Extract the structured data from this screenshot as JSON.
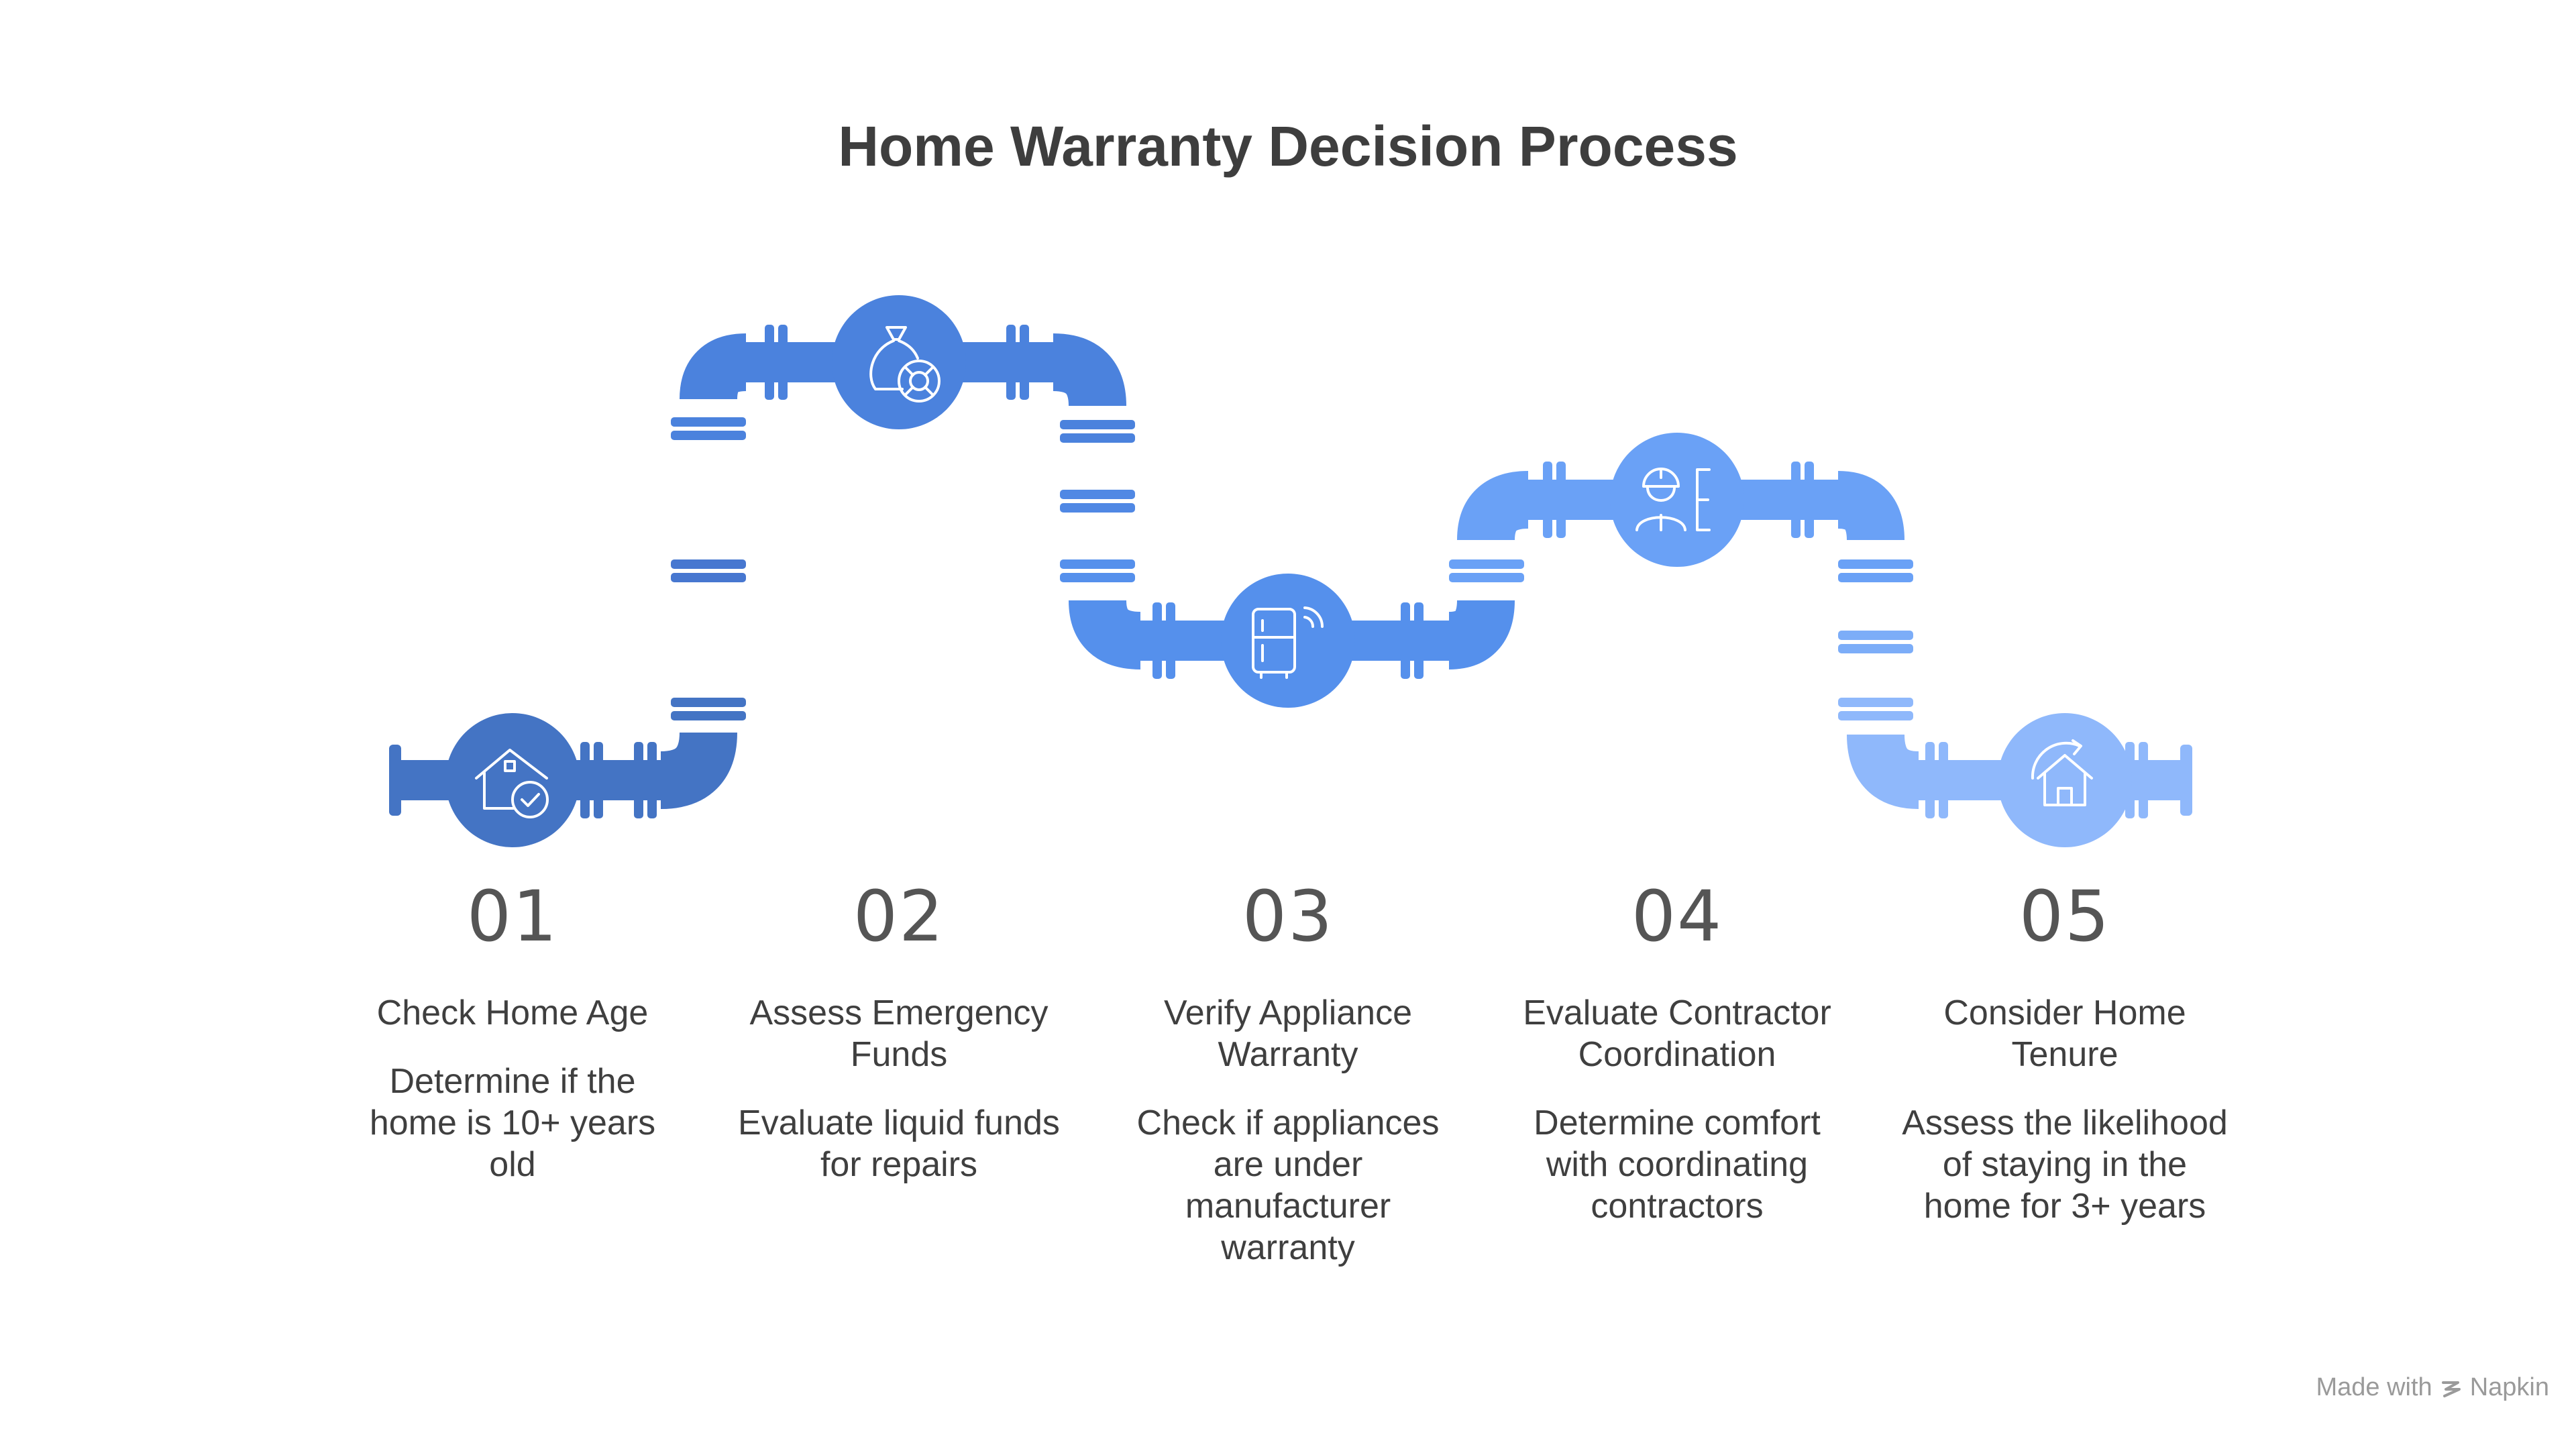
{
  "title": "Home Warranty Decision Process",
  "steps": [
    {
      "number": "01",
      "label": "Check Home Age",
      "description": "Determine if the home is 10+ years old",
      "icon": "house-check-icon",
      "color": "#4474c4"
    },
    {
      "number": "02",
      "label": "Assess Emergency Funds",
      "description": "Evaluate liquid funds for repairs",
      "icon": "money-bag-lifebuoy-icon",
      "color": "#4b82dd"
    },
    {
      "number": "03",
      "label": "Verify Appliance Warranty",
      "description": "Check if appliances are under manufacturer warranty",
      "icon": "smart-fridge-icon",
      "color": "#5590ec"
    },
    {
      "number": "04",
      "label": "Evaluate Contractor Coordination",
      "description": "Determine comfort with coordinating contractors",
      "icon": "contractor-worker-icon",
      "color": "#6aa1f6"
    },
    {
      "number": "05",
      "label": "Consider Home Tenure",
      "description": "Assess the likelihood of staying in the home for 3+ years",
      "icon": "house-return-icon",
      "color": "#8fb8fb"
    }
  ],
  "brand": {
    "made_with": "Made with",
    "name": "Napkin"
  }
}
